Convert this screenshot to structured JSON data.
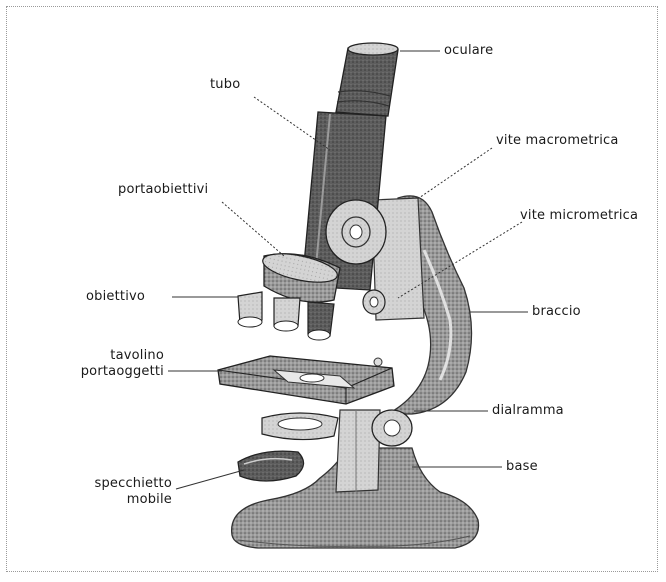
{
  "labels": {
    "oculare": "oculare",
    "tubo": "tubo",
    "vite_macrometrica": "vite macrometrica",
    "portaobiettivi": "portaobiettivi",
    "vite_micrometrica": "vite micrometrica",
    "obiettivo": "obiettivo",
    "braccio": "braccio",
    "tavolino_line1": "tavolino",
    "tavolino_line2": "portaoggetti",
    "diaframma": "dialramma",
    "base": "base",
    "specchietto_line1": "specchietto",
    "specchietto_line2": "mobile"
  },
  "colors": {
    "metal_dark": "#5a5a5a",
    "metal_mid": "#8c8c8c",
    "metal_light": "#c8c8c8",
    "line": "#333333"
  }
}
